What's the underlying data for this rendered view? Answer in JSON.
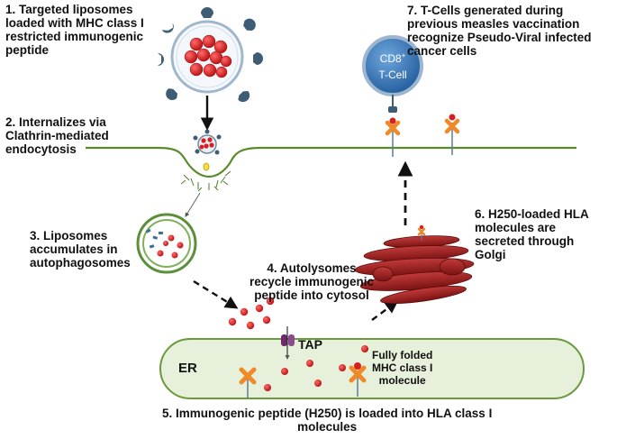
{
  "steps": {
    "s1": "1. Targeted liposomes\nloaded with MHC class I\nrestricted immunogenic\npeptide",
    "s2": "2. Internalizes via\nClathrin-mediated\nendocytosis",
    "s3": "3. Liposomes\naccumulates in\nautophagosomes",
    "s4": "4. Autolysomes\nrecycle immunogenic\npeptide into cytosol",
    "s5": "5. Immunogenic peptide (H250) is loaded into HLA class I\nmolecules",
    "s6": "6. H250-loaded HLA\nmolecules are\nsecreted through\nGolgi",
    "s7": "7. T-Cells generated during\nprevious measles vaccination\nrecognize Pseudo-Viral infected\ncancer cells"
  },
  "labels": {
    "tap": "TAP",
    "er": "ER",
    "mhc_folded": "Fully folded\nMHC class I\nmolecule",
    "tcell_cd8": "CD8",
    "tcell_cd8_sup": "+",
    "tcell_name": "T-Cell"
  },
  "colors": {
    "membrane": "#5a8a2a",
    "er_fill": "#e6f0da",
    "er_stroke": "#6a9a3a",
    "peptide": "#d81e1e",
    "golgi": "#9c1e1e",
    "mhc": "#f08a28",
    "tcell_fill": "#2f6fb3",
    "receptor": "#5b7d95",
    "tap": "#6b2a6b"
  }
}
